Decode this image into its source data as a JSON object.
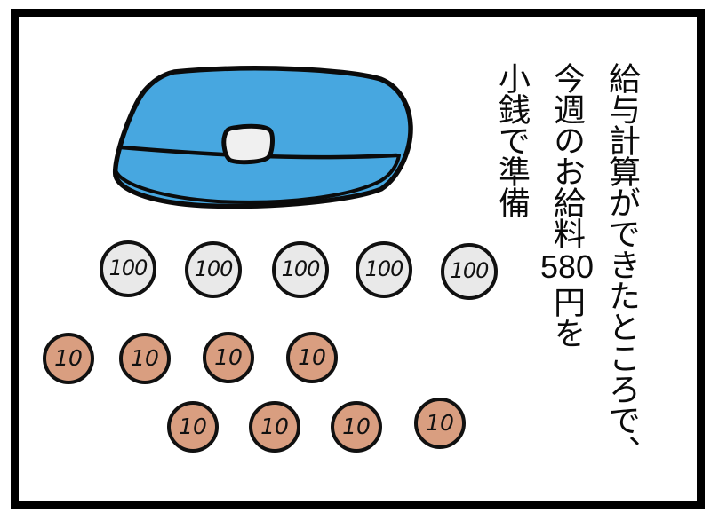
{
  "scene": {
    "caption": {
      "line1": "給与計算ができたところで、",
      "line2_pre": "今週のお給料",
      "line2_num": "580",
      "line2_post": "円を",
      "line3": "小銭で準備"
    },
    "pouch": {
      "item": "coin-pouch",
      "body_color": "#47a7e0",
      "clasp_color": "#f0f0f0",
      "outline_color": "#0b0b0b"
    },
    "coins": {
      "hundred_yen": {
        "label": "100",
        "count": 5,
        "fill": "#e9e9e9"
      },
      "ten_yen": {
        "label": "10",
        "count": 8,
        "fill": "#d99e80"
      }
    }
  }
}
